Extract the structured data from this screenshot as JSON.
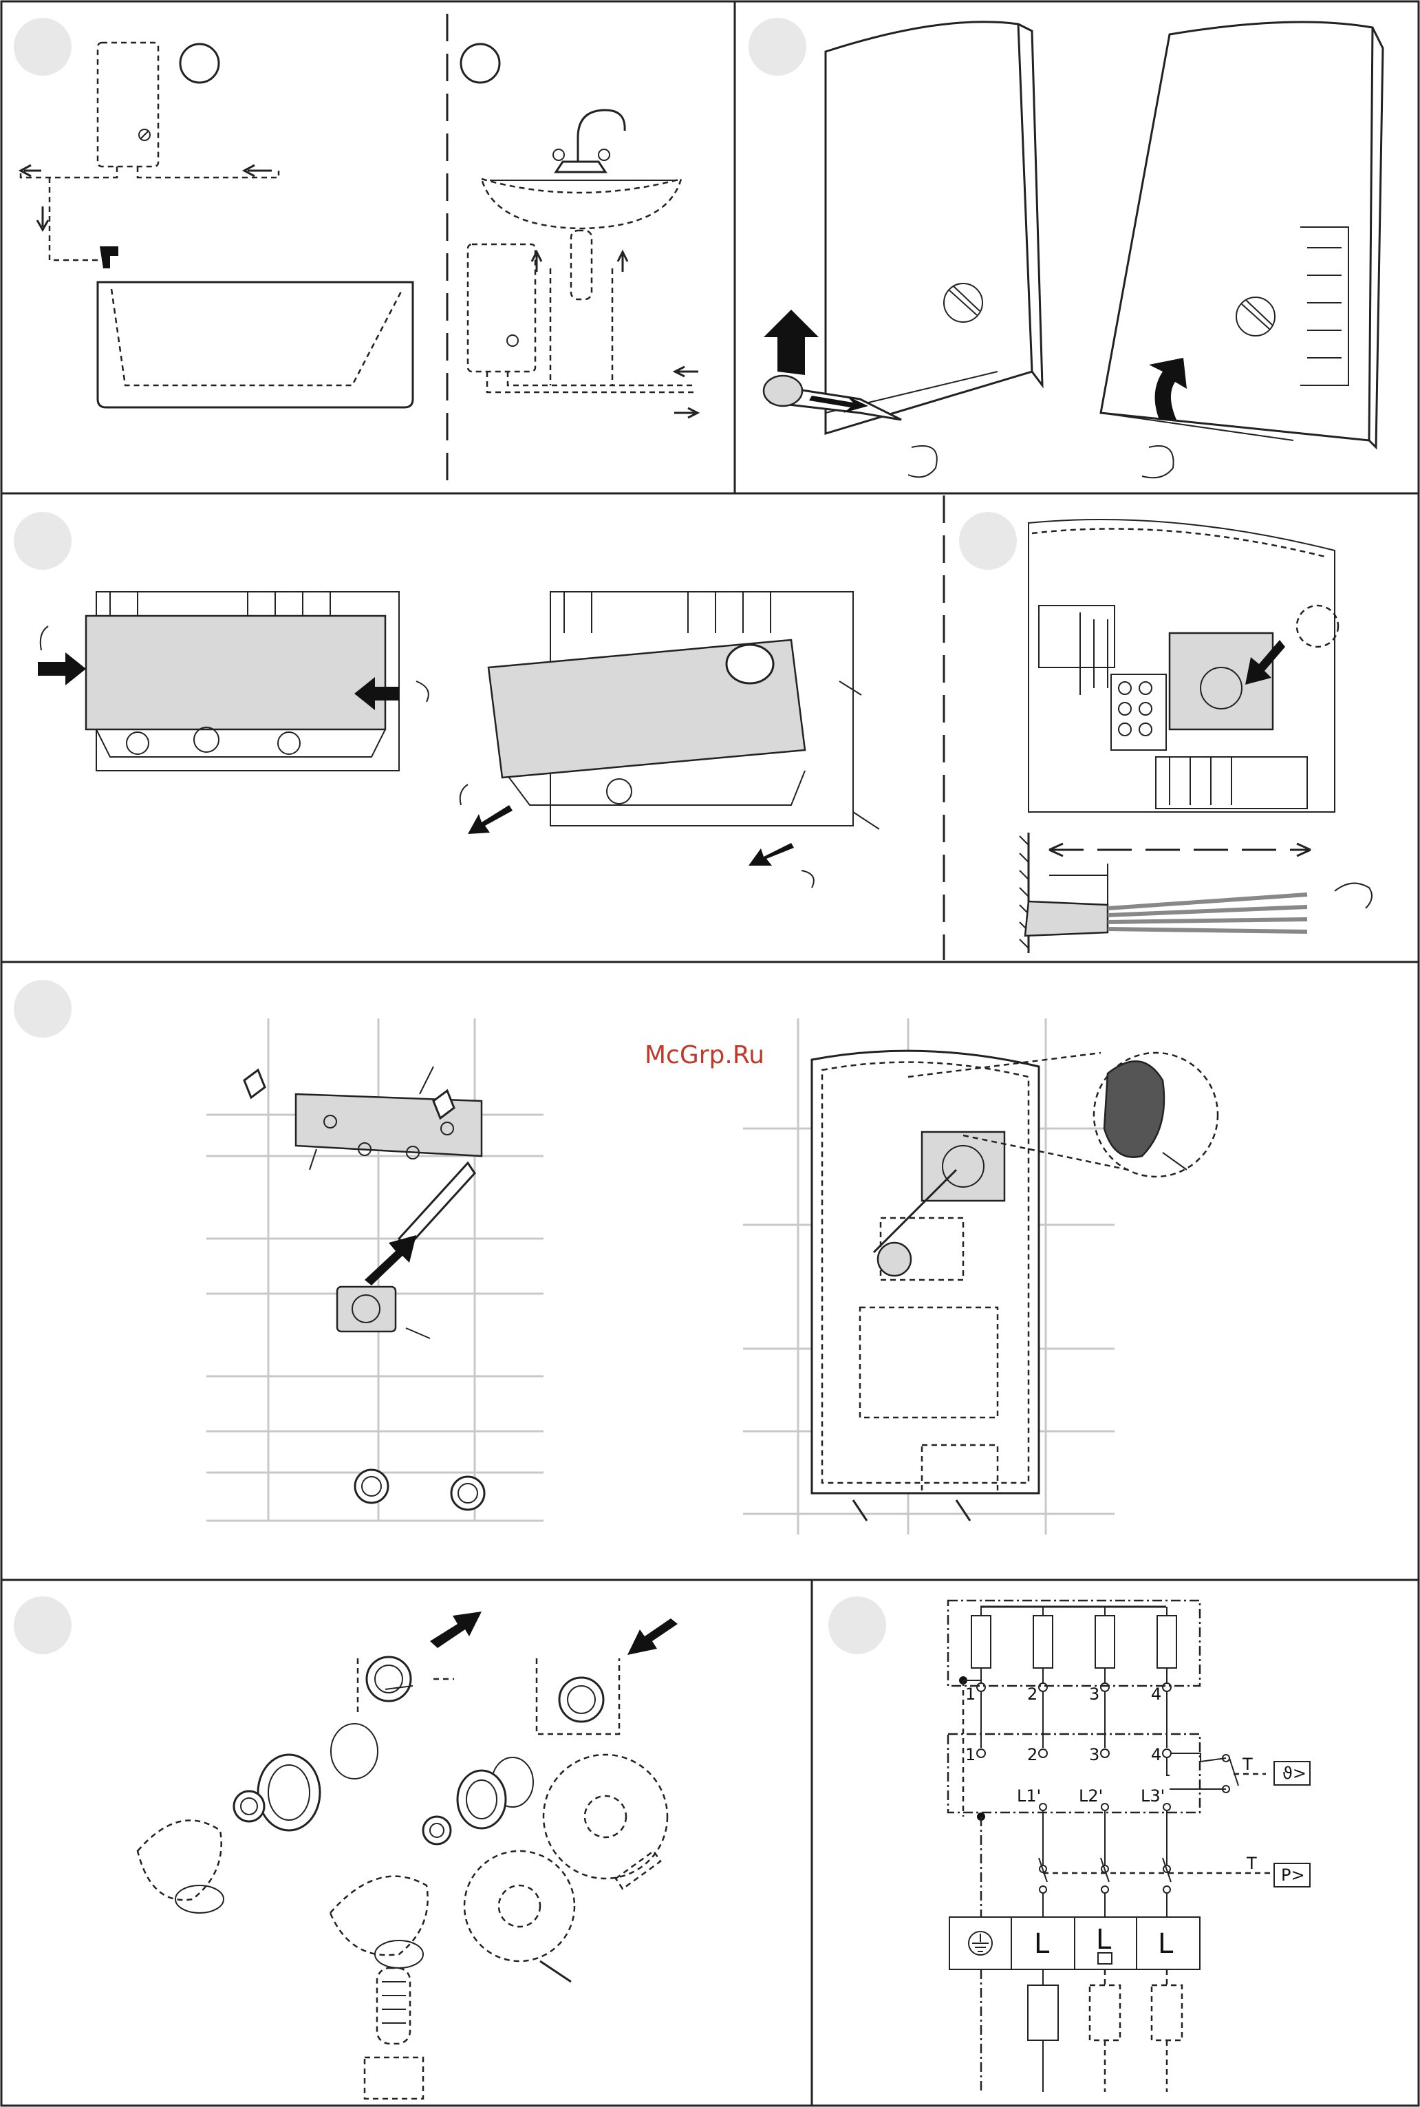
{
  "watermark": "McGrp.Ru",
  "wiring": {
    "terminals_top": [
      "1",
      "2",
      "3",
      "4"
    ],
    "terminals_mid": [
      "1",
      "2",
      "3",
      "4"
    ],
    "phases": [
      "L1'",
      "L2'",
      "L3'"
    ],
    "block_terminals": [
      "L",
      "L",
      "L"
    ],
    "switch_label": "T",
    "temp_limiter_symbol": "ϑ>",
    "pressure_switch_symbol": "P>"
  }
}
